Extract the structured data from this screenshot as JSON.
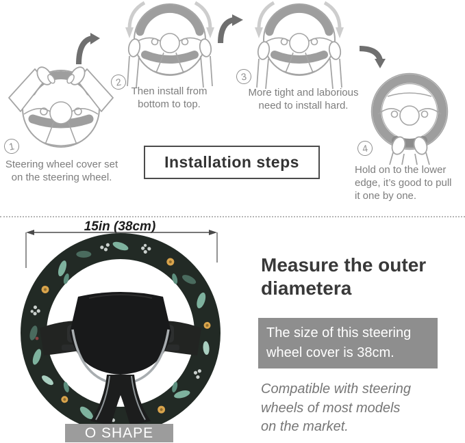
{
  "installation": {
    "title": "Installation steps",
    "steps": [
      {
        "number": "1",
        "caption": "Steering wheel cover set\non the steering wheel."
      },
      {
        "number": "2",
        "caption": "Then install from\nbottom to top."
      },
      {
        "number": "3",
        "caption": "More tight and laborious\nneed to install hard."
      },
      {
        "number": "4",
        "caption": "Hold on to the lower\nedge, it’s good to pull\nit one by one."
      }
    ]
  },
  "measurement": {
    "dimension_label": "15in (38cm)",
    "shape_label": "O SHAPE",
    "heading": "Measure the outer\ndiametera",
    "size_note": "The size of this steering\nwheel cover is 38cm.",
    "compatibility_note": "Compatible with steering\nwheels of most models\non the market."
  },
  "colors": {
    "line_art_gray": "#a5a5a5",
    "cover_gray": "#9e9e9e",
    "dark_arrow": "#6f6f6f",
    "light_arrow": "#cdcdcd",
    "heading_text": "#393939",
    "caption_text": "#7d7d7d",
    "size_box_bg": "#8e8e8e",
    "shape_box_bg": "#9c9c9c",
    "cover_fabric_dark": "#222a25",
    "floral_teal": "#7eb29e",
    "floral_yellow": "#d9a44c"
  }
}
